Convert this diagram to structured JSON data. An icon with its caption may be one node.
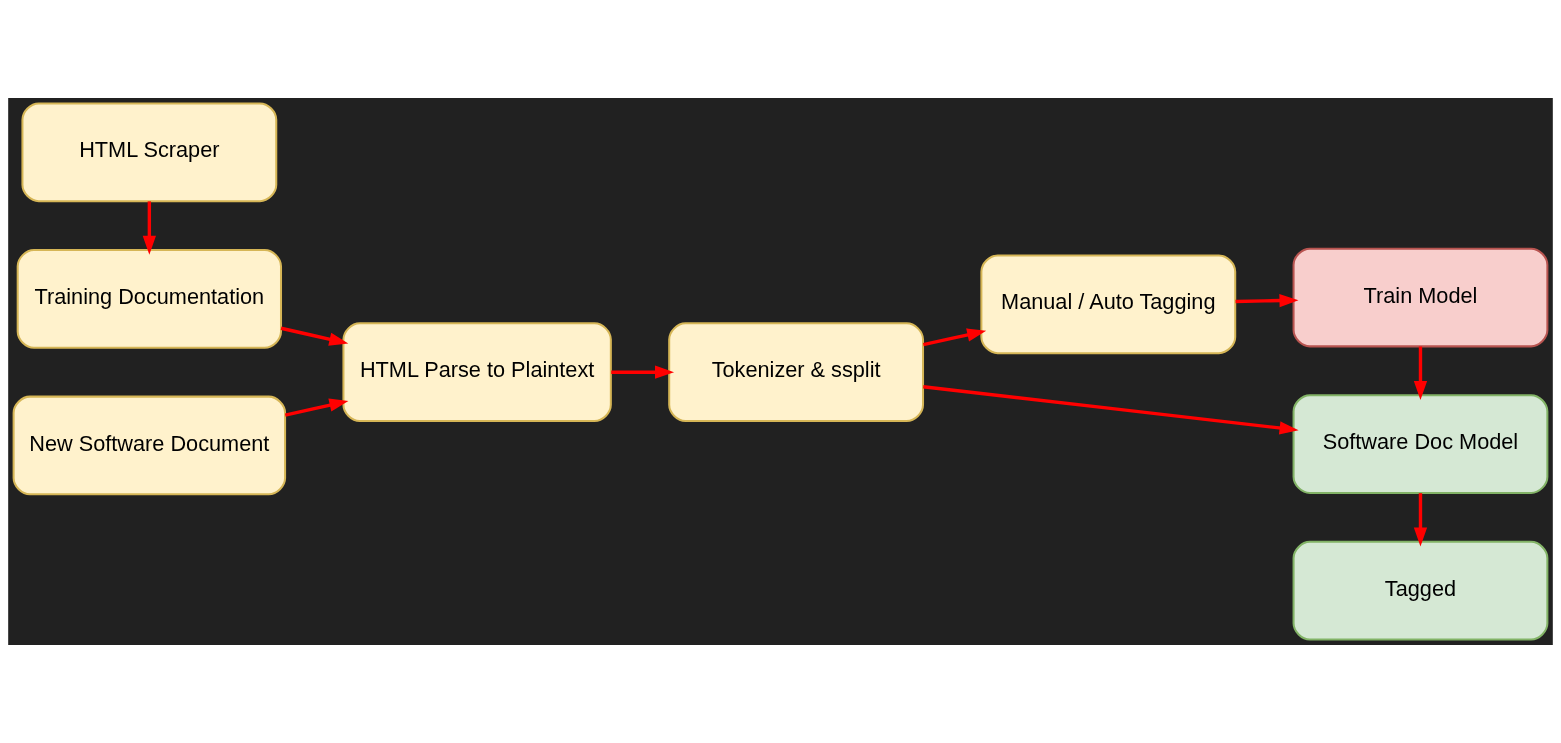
{
  "diagram": {
    "nodes": [
      {
        "text": [
          "HTML Scraper"
        ]
      },
      {
        "text": [
          "Training Documentation"
        ]
      },
      {
        "text": [
          "New Software Document"
        ]
      },
      {
        "text": [
          "HTML Parse to Plaintext"
        ]
      },
      {
        "text": [
          "Tokenizer & ssplit"
        ]
      },
      {
        "text": [
          "Manual / Auto Tagging"
        ]
      },
      {
        "text": [
          "Train Model"
        ]
      },
      {
        "text": [
          "Software Doc Model"
        ]
      },
      {
        "text": [
          "Tagged"
        ]
      }
    ],
    "edges": [
      {
        "from": 0,
        "to": 1,
        "arrow": "to"
      },
      {
        "from": 1,
        "to": 3,
        "arrow": "to"
      },
      {
        "from": 2,
        "to": 3,
        "arrow": "to"
      },
      {
        "from": 3,
        "to": 4,
        "arrow": "to"
      },
      {
        "from": 4,
        "to": 5,
        "arrow": "to"
      },
      {
        "from": 5,
        "to": 6,
        "arrow": "to"
      },
      {
        "from": 6,
        "to": 7,
        "arrow": "to"
      },
      {
        "from": 4,
        "to": 7,
        "arrow": "to"
      },
      {
        "from": 7,
        "to": 8,
        "arrow": "to"
      }
    ]
  }
}
